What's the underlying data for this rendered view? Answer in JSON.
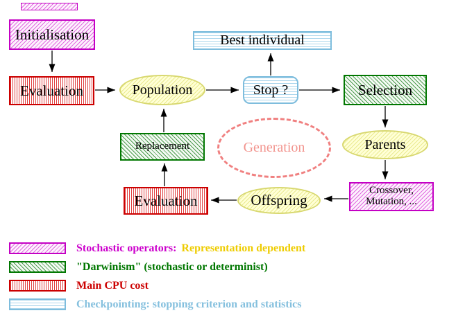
{
  "nodes": {
    "initialisation": "Initialisation",
    "evaluation_top": "Evaluation",
    "population": "Population",
    "best_individual": "Best individual",
    "stop": "Stop ?",
    "selection": "Selection",
    "parents": "Parents",
    "crossover_line1": "Crossover,",
    "crossover_line2": "Mutation, ...",
    "offspring": "Offspring",
    "evaluation_bottom": "Evaluation",
    "replacement": "Replacement",
    "generation": "Generation"
  },
  "legend": {
    "items": [
      {
        "swatch": "magenta-diagonal-hatch-swatch",
        "label": "Stochastic operators:",
        "label2": "Representation dependent"
      },
      {
        "swatch": "green-diagonal-hatch-swatch",
        "label": "\"Darwinism\" (stochastic or determinist)"
      },
      {
        "swatch": "red-vertical-stripe-swatch",
        "label": "Main CPU cost"
      },
      {
        "swatch": "cyan-horizontal-stripe-swatch",
        "label": "Checkpointing: stopping criterion and statistics"
      }
    ]
  },
  "colors": {
    "magenta": "#cc00cc",
    "gold": "#eecc00",
    "green": "#007700",
    "red": "#cc0000",
    "light_blue": "#85c0de",
    "yellow_node_border": "#d8d870",
    "salmon_dashed": "#f08080",
    "arrow": "#000000"
  }
}
